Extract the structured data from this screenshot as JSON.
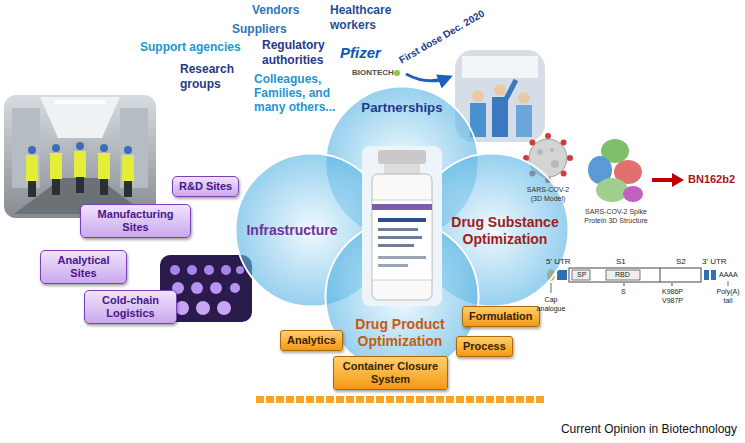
{
  "diagram": {
    "nodes": [
      {
        "text": [
          "Partnerships"
        ]
      },
      {
        "text": [
          "Infrastructure"
        ]
      },
      {
        "text": [
          "Drug Substance Optimization"
        ]
      },
      {
        "text": [
          "Drug Product Optimization"
        ]
      },
      {
        "text": [
          "R&D Sites"
        ]
      },
      {
        "text": [
          "Manufacturing Sites"
        ]
      },
      {
        "text": [
          "Analytical Sites"
        ]
      },
      {
        "text": [
          "Cold-chain Logistics"
        ]
      },
      {
        "text": [
          "Formulation"
        ]
      },
      {
        "text": [
          "Analytics"
        ]
      },
      {
        "text": [
          "Process"
        ]
      },
      {
        "text": [
          "Container Closure System"
        ]
      }
    ],
    "labels": [
      "Vendors",
      "Healthcare workers",
      "Suppliers",
      "Support agencies",
      "Regulatory authorities",
      "Pfizer",
      "First dose Dec. 2020",
      "Research groups",
      "Colleagues, Families, and many others...",
      "BIONTECH",
      "SARS-COV-2 (3D Model)",
      "SARS-COV-2 Spike Protein 3D Structure",
      "BN162b2",
      "5' UTR",
      "S1",
      "S2",
      "3' UTR",
      "SP",
      "RBD",
      "AAAA",
      "Cap analogue",
      "S",
      "K986P",
      "V987P",
      "Poly(A) tail",
      "Current Opinion in Biotechnology"
    ]
  }
}
